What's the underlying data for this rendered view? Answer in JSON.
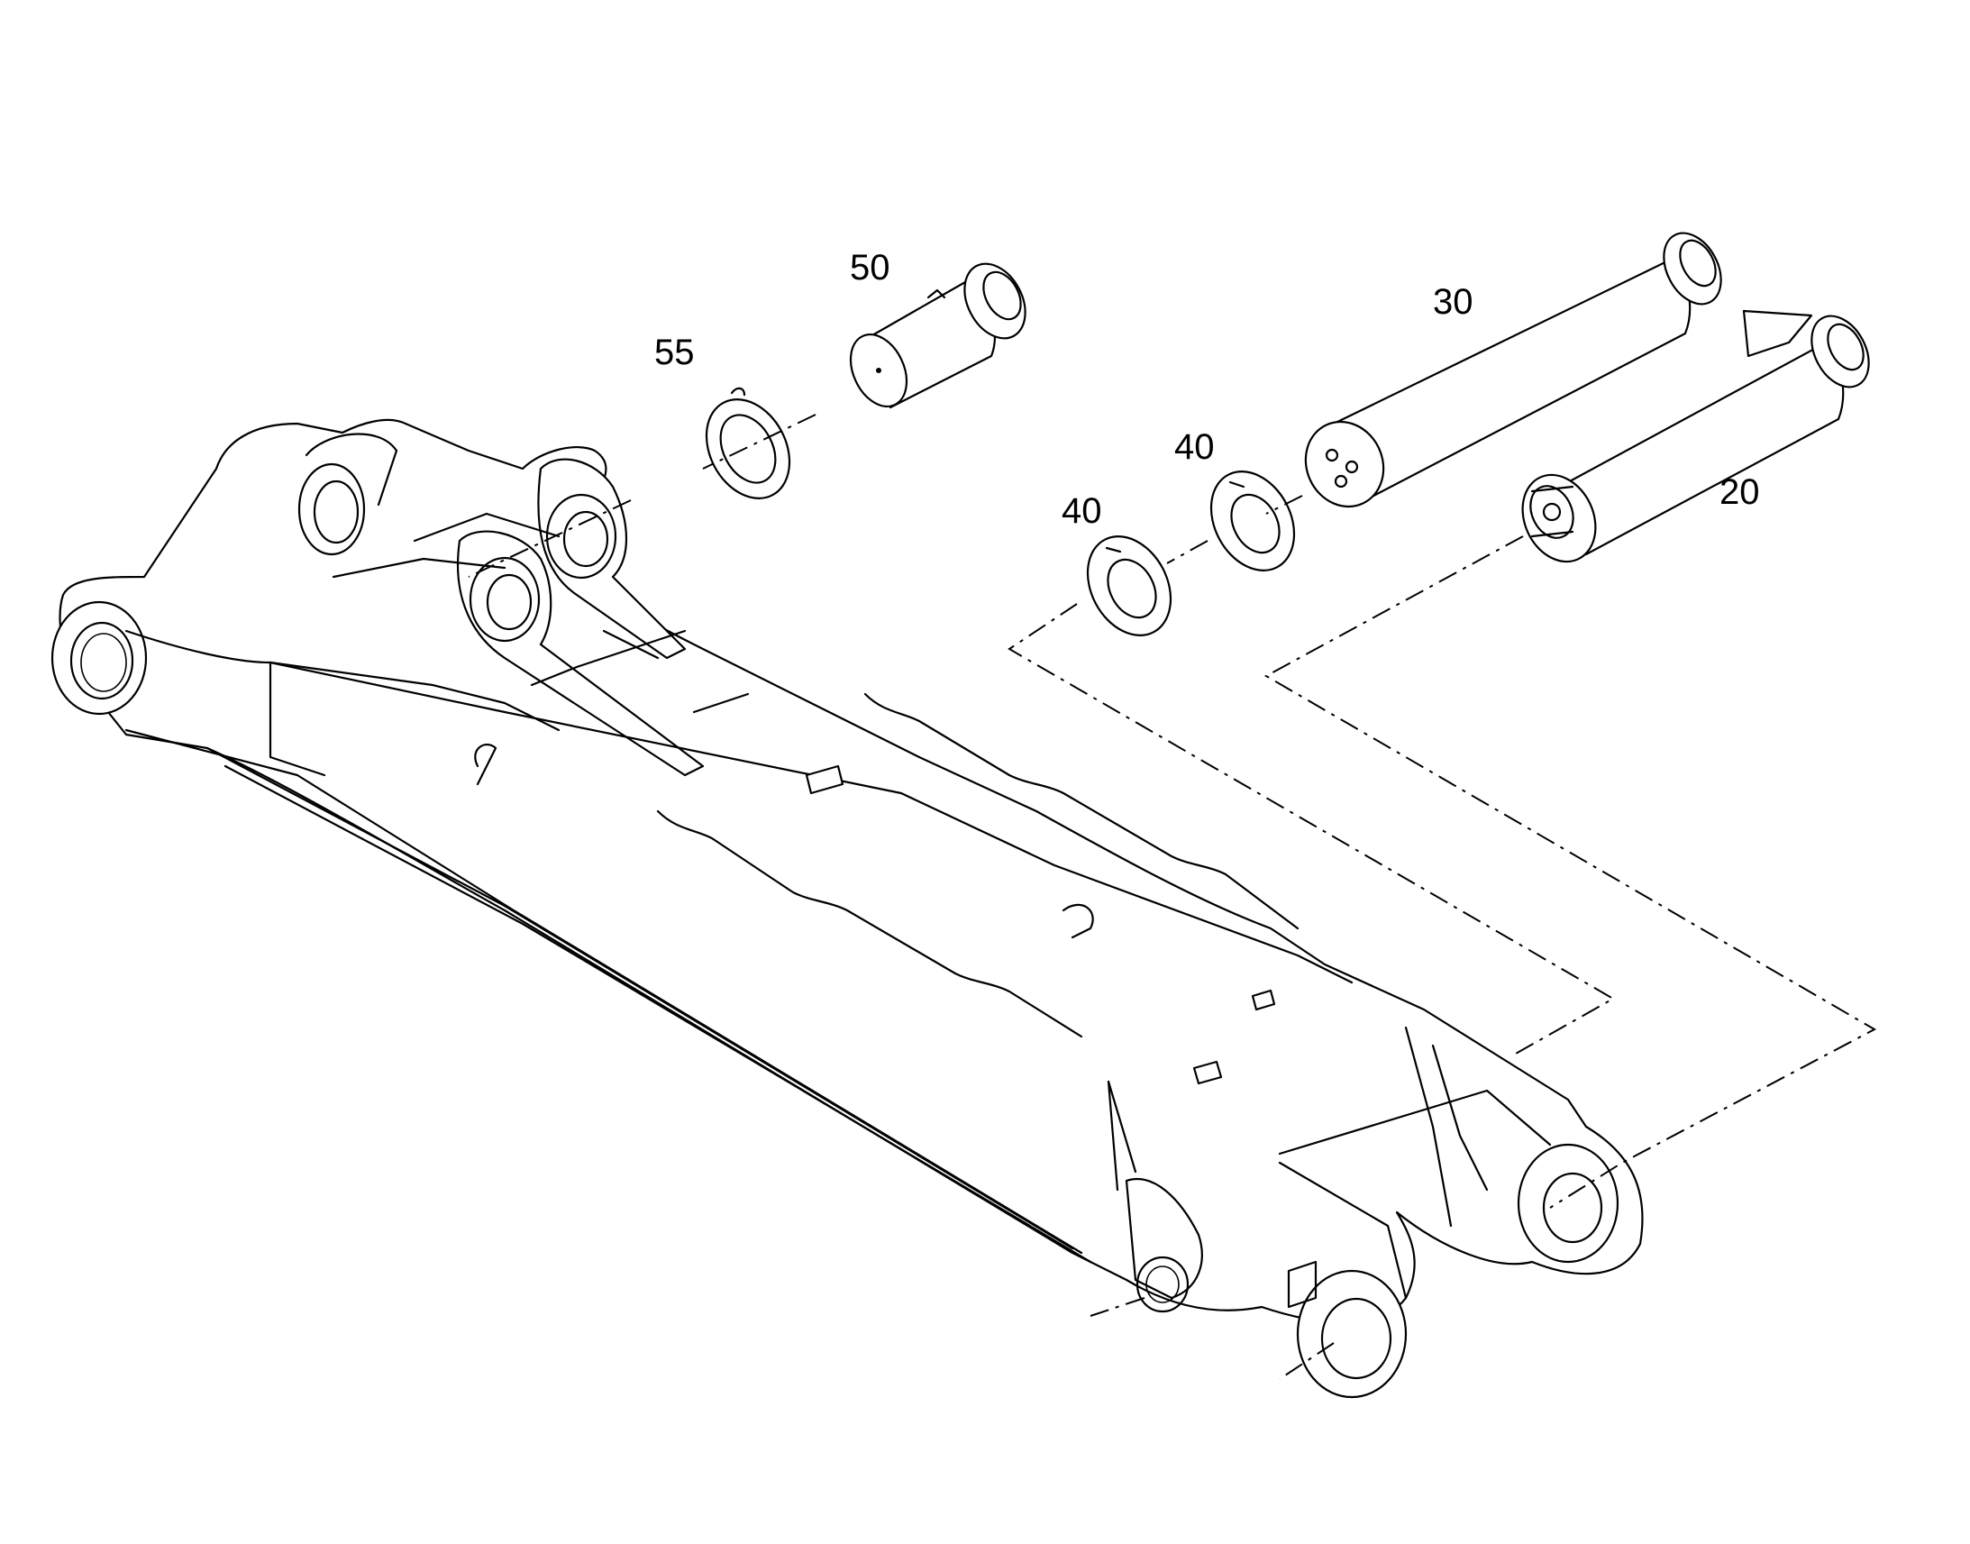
{
  "callouts": {
    "c50": "50",
    "c55": "55",
    "c30": "30",
    "c40a": "40",
    "c40b": "40",
    "c20": "20"
  },
  "colors": {
    "line": "#000000",
    "background": "#ffffff"
  }
}
